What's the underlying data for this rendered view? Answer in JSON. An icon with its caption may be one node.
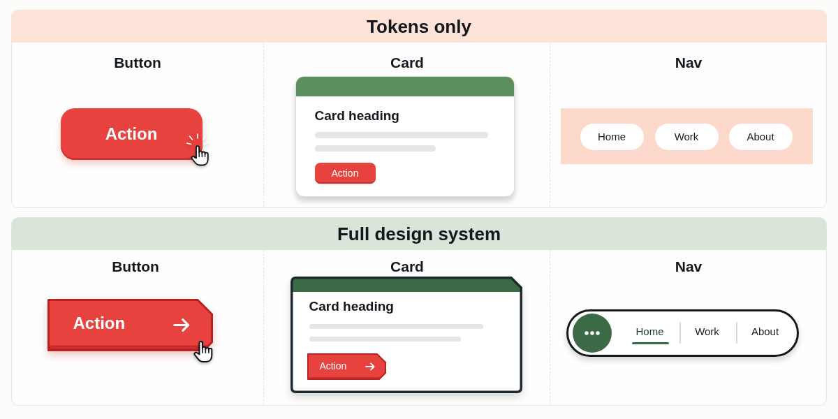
{
  "diagram": {
    "nodes": [
      {
        "text": [
          "Tokens only"
        ]
      },
      {
        "text": [
          "Action"
        ],
        "in": 0
      },
      {
        "text": [
          "Card heading"
        ],
        "in": 0
      },
      {
        "text": [
          "Action"
        ],
        "in": 2
      },
      {
        "text": [],
        "shape": "bar",
        "in": 0
      },
      {
        "text": [
          "Home"
        ],
        "in": 4
      },
      {
        "text": [
          "Work"
        ],
        "in": 4
      },
      {
        "text": [
          "About"
        ],
        "in": 4
      },
      {
        "text": [
          "Full design system"
        ]
      },
      {
        "text": [
          "Action"
        ],
        "in": 8
      },
      {
        "text": [
          "Card heading"
        ],
        "in": 8
      },
      {
        "text": [
          "Action"
        ],
        "in": 10
      },
      {
        "text": [
          "Home",
          "Work",
          "About"
        ],
        "in": 8
      },
      {
        "text": [],
        "shape": "circle",
        "in": 12
      }
    ],
    "labels": [
      "Button",
      "Card",
      "Nav",
      "Button",
      "Card",
      "Nav"
    ]
  }
}
